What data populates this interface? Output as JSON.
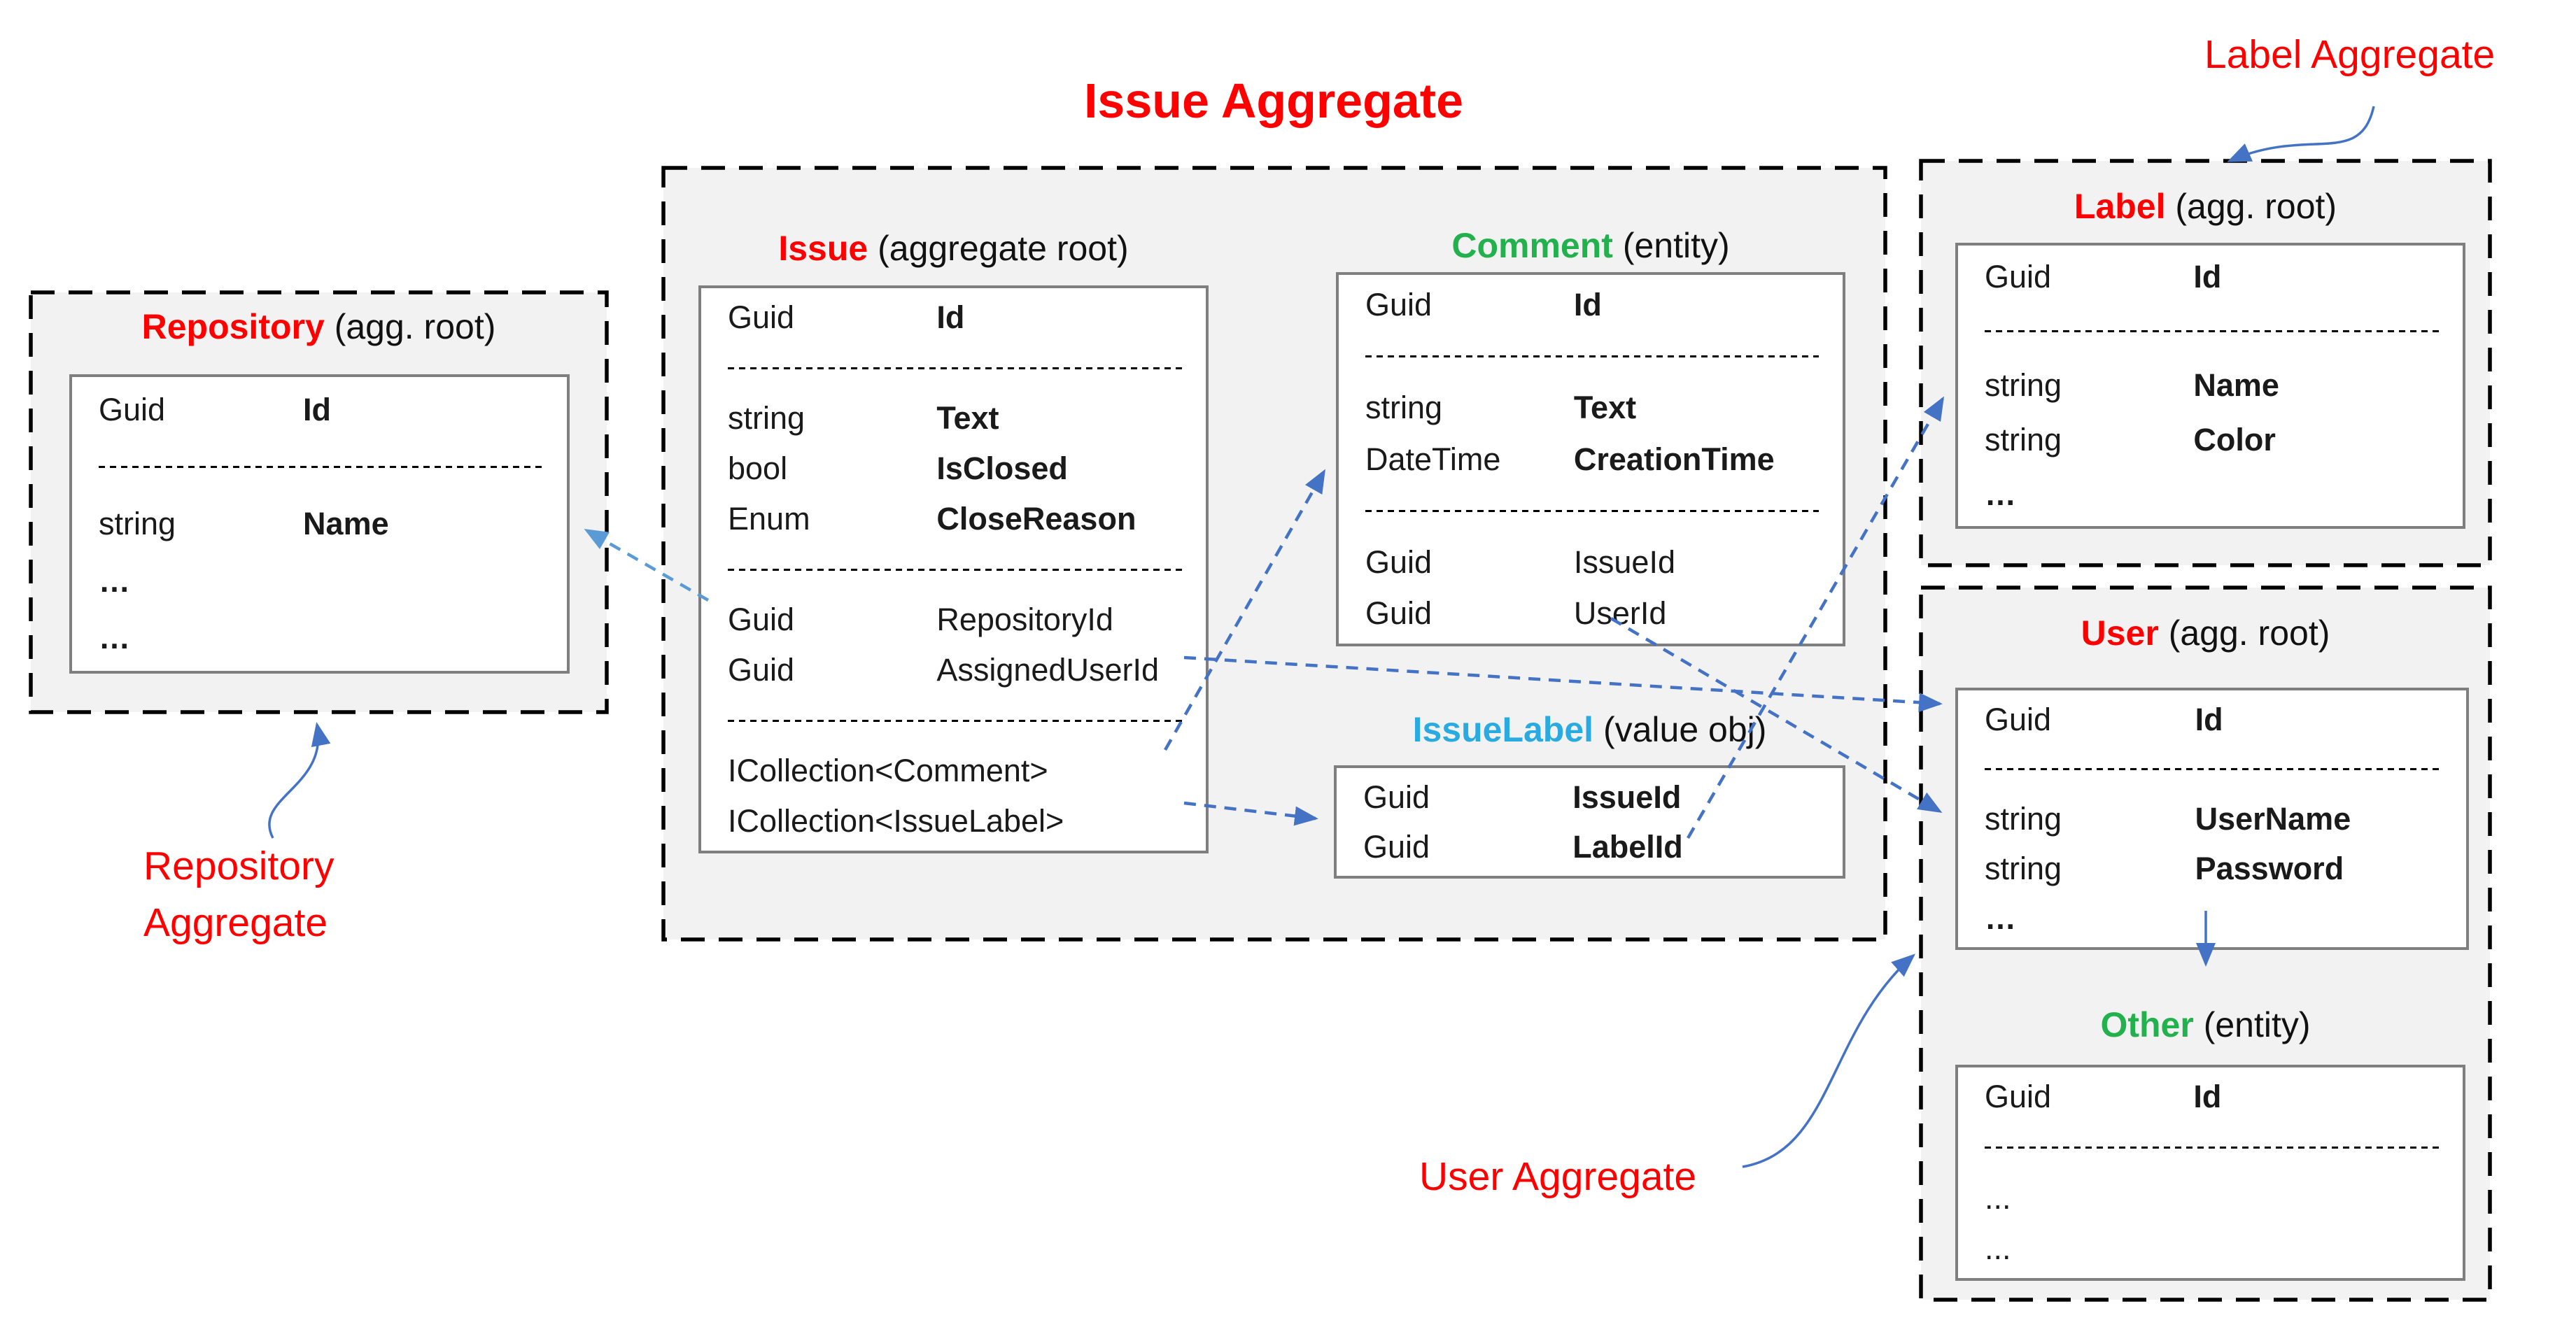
{
  "title": "Issue Aggregate",
  "colors": {
    "red": "#ff0000",
    "green": "#22b14c",
    "cyan": "#29abe2",
    "arrow_blue": "#4472c4",
    "arrow_light_blue": "#5b9bd5"
  },
  "entities": {
    "repository": {
      "name": "Repository",
      "kind": "(agg. root)",
      "color": "red",
      "rows": [
        {
          "type": "Guid",
          "name": "Id",
          "bold": true
        },
        {
          "divider": true
        },
        {
          "type": "string",
          "name": "Name",
          "bold": true
        },
        {
          "single": "…",
          "bold": true
        },
        {
          "single": "…",
          "bold": true
        }
      ]
    },
    "issue": {
      "name": "Issue",
      "kind": "(aggregate root)",
      "color": "red",
      "rows": [
        {
          "type": "Guid",
          "name": "Id",
          "bold": true
        },
        {
          "divider": true
        },
        {
          "type": "string",
          "name": "Text",
          "bold": true
        },
        {
          "type": "bool",
          "name": "IsClosed",
          "bold": true
        },
        {
          "type": "Enum",
          "name": "CloseReason",
          "bold": true
        },
        {
          "divider": true
        },
        {
          "type": "Guid",
          "name": "RepositoryId",
          "bold": false
        },
        {
          "type": "Guid",
          "name": "AssignedUserId",
          "bold": false
        },
        {
          "divider": true
        },
        {
          "single": "ICollection<Comment>",
          "bold": false
        },
        {
          "single": "ICollection<IssueLabel>",
          "bold": false
        }
      ]
    },
    "comment": {
      "name": "Comment",
      "kind": "(entity)",
      "color": "green",
      "rows": [
        {
          "type": "Guid",
          "name": "Id",
          "bold": true
        },
        {
          "divider": true
        },
        {
          "type": "string",
          "name": "Text",
          "bold": true
        },
        {
          "type": "DateTime",
          "name": "CreationTime",
          "bold": true
        },
        {
          "divider": true
        },
        {
          "type": "Guid",
          "name": "IssueId",
          "bold": false
        },
        {
          "type": "Guid",
          "name": "UserId",
          "bold": false
        }
      ]
    },
    "issuelabel": {
      "name": "IssueLabel",
      "kind": "(value obj)",
      "color": "cyan",
      "rows": [
        {
          "type": "Guid",
          "name": "IssueId",
          "bold": true
        },
        {
          "type": "Guid",
          "name": "LabelId",
          "bold": true
        }
      ]
    },
    "label": {
      "name": "Label",
      "kind": "(agg. root)",
      "color": "red",
      "rows": [
        {
          "type": "Guid",
          "name": "Id",
          "bold": true
        },
        {
          "divider": true
        },
        {
          "type": "string",
          "name": "Name",
          "bold": true
        },
        {
          "type": "string",
          "name": "Color",
          "bold": true
        },
        {
          "single": "…",
          "bold": true
        }
      ]
    },
    "user": {
      "name": "User",
      "kind": "(agg. root)",
      "color": "red",
      "rows": [
        {
          "type": "Guid",
          "name": "Id",
          "bold": true
        },
        {
          "divider": true
        },
        {
          "type": "string",
          "name": "UserName",
          "bold": true
        },
        {
          "type": "string",
          "name": "Password",
          "bold": true
        },
        {
          "single": "…",
          "bold": true
        }
      ]
    },
    "other": {
      "name": "Other",
      "kind": "(entity)",
      "color": "green",
      "rows": [
        {
          "type": "Guid",
          "name": "Id",
          "bold": true
        },
        {
          "divider": true
        },
        {
          "single": "...",
          "bold": false
        },
        {
          "single": "...",
          "bold": false
        }
      ]
    }
  },
  "annotations": {
    "repository_aggregate": {
      "lines": [
        "Repository",
        "Aggregate"
      ]
    },
    "user_aggregate": {
      "text": "User Aggregate"
    },
    "label_aggregate": {
      "text": "Label Aggregate"
    }
  },
  "connections": [
    {
      "from": "Issue.RepositoryId",
      "to": "Repository",
      "style": "dashed"
    },
    {
      "from": "Issue.AssignedUserId",
      "to": "User",
      "style": "dashed"
    },
    {
      "from": "Issue.ICollection<Comment>",
      "to": "Comment",
      "style": "dashed"
    },
    {
      "from": "Issue.ICollection<IssueLabel>",
      "to": "IssueLabel",
      "style": "dashed"
    },
    {
      "from": "IssueLabel.LabelId",
      "to": "Label",
      "style": "dashed"
    },
    {
      "from": "Comment.UserId",
      "to": "User",
      "style": "dashed"
    },
    {
      "from": "User",
      "to": "Other",
      "style": "solid"
    },
    {
      "from": "Label Aggregate annotation",
      "to": "Label aggregate box",
      "style": "solid-curve"
    },
    {
      "from": "Repository Aggregate annotation",
      "to": "Repository aggregate box",
      "style": "solid-curve"
    },
    {
      "from": "User Aggregate annotation",
      "to": "User aggregate box",
      "style": "solid-curve"
    }
  ]
}
